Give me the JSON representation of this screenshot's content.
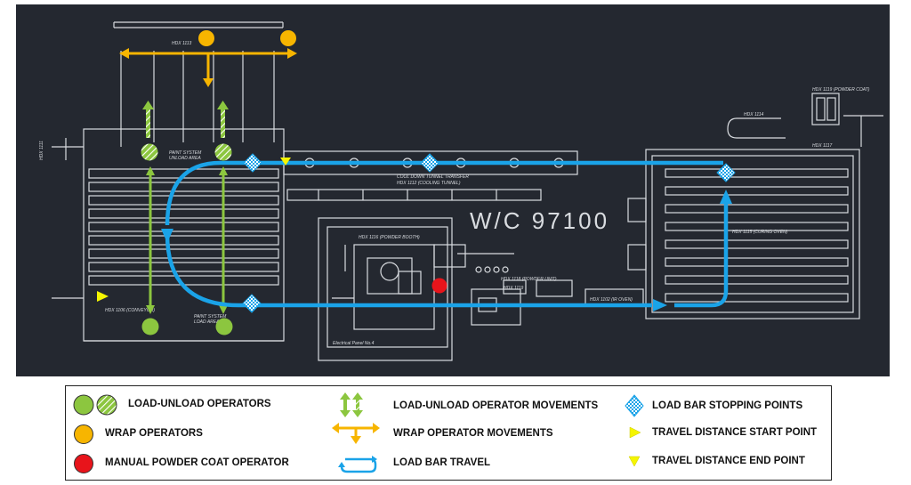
{
  "drawing": {
    "work_center": "W/C 97100",
    "labels": {
      "unload_area": [
        "PAINT SYSTEM",
        "UNLOAD AREA"
      ],
      "load_area": [
        "PAINT SYSTEM",
        "LOAD AREA"
      ],
      "cool_down": [
        "COOL DOWN TUNNEL TRANSFER",
        "HDX 1112 (COOLING TUNNEL)"
      ],
      "curing_oven": "HDX 1115 (CURING OVEN)",
      "powder_booth": "HDX 1116 (POWDER BOOTH)",
      "powder_unit": "HDX 1118 (POWDER UNIT)",
      "electrical_panel": "Electrical Panel No.4",
      "hdx_top": "HDX 1113",
      "hdx_left": "HDX 1111",
      "hdx_conveyor": "HDX 1106 (CONVEYOR)",
      "hdx_right_top": "HDX 1119 (POWDER COAT)",
      "hdx_right_small": "HDX 1114",
      "hdx_right_small2": "HDX 1117",
      "hdx_bottom_mid": "HDX 1102 (IR OVEN)",
      "hdx_mid": "HDX 1119"
    },
    "colors": {
      "background": "#242830",
      "linework": "#d9dce0",
      "load_bar_travel": "#1aa3e8",
      "load_unload_operator": "#8cc63f",
      "wrap_operator": "#f7b500",
      "manual_powder_coat_operator": "#e8141b",
      "travel_marker": "#f5f500"
    }
  },
  "legend": {
    "load_unload_operators": "LOAD-UNLOAD OPERATORS",
    "wrap_operators": "WRAP OPERATORS",
    "manual_powder_coat_operator": "MANUAL POWDER COAT OPERATOR",
    "load_unload_operator_movements": "LOAD-UNLOAD OPERATOR MOVEMENTS",
    "wrap_operator_movements": "WRAP OPERATOR MOVEMENTS",
    "load_bar_travel": "LOAD BAR TRAVEL",
    "load_bar_stopping_points": "LOAD BAR STOPPING POINTS",
    "travel_distance_start_point": "TRAVEL DISTANCE START POINT",
    "travel_distance_end_point": "TRAVEL DISTANCE END POINT"
  }
}
